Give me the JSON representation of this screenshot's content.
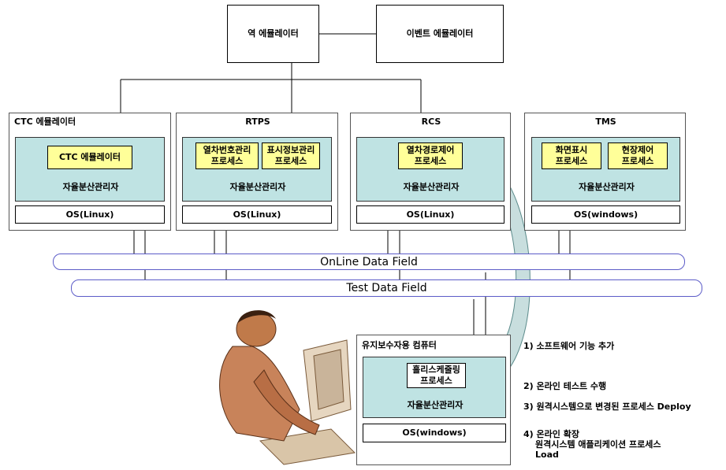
{
  "top": {
    "station_emulator": "역 에뮬레이터",
    "event_emulator": "이벤트 에뮬레이터"
  },
  "nodes": [
    {
      "title": "CTC 에뮬레이터",
      "processes": [
        "CTC 에뮬레이터"
      ],
      "manager": "자율분산관리자",
      "os": "OS(Linux)"
    },
    {
      "title": "RTPS",
      "processes": [
        "열차번호관리\n프로세스",
        "표시정보관리\n프로세스"
      ],
      "manager": "자율분산관리자",
      "os": "OS(Linux)"
    },
    {
      "title": "RCS",
      "processes": [
        "열차경로제어\n프로세스"
      ],
      "manager": "자율분산관리자",
      "os": "OS(Linux)"
    },
    {
      "title": "TMS",
      "processes": [
        "화면표시\n프로세스",
        "현장제어\n프로세스"
      ],
      "manager": "자율분산관리자",
      "os": "OS(windows)"
    }
  ],
  "fields": {
    "online": "OnLine Data Field",
    "test": "Test Data Field"
  },
  "maintenance": {
    "title": "유지보수자용 컴퓨터",
    "process": "홀리스케줄링\n프로세스",
    "manager": "자율분산관리자",
    "os": "OS(windows)"
  },
  "steps": [
    "1) 소프트웨어 기능 추가",
    "2) 온라인 테스트 수행",
    "3) 원격시스템으로 변경된 프로세스 Deploy",
    "4) 온라인 확장",
    "원격시스템 애플리케이션 프로세스",
    "Load"
  ],
  "colors": {
    "manager_fill": "#bfe3e3",
    "process_fill": "#ffff99",
    "field_border": "#5c5cc8",
    "arrow_fill": "#c8dede"
  }
}
